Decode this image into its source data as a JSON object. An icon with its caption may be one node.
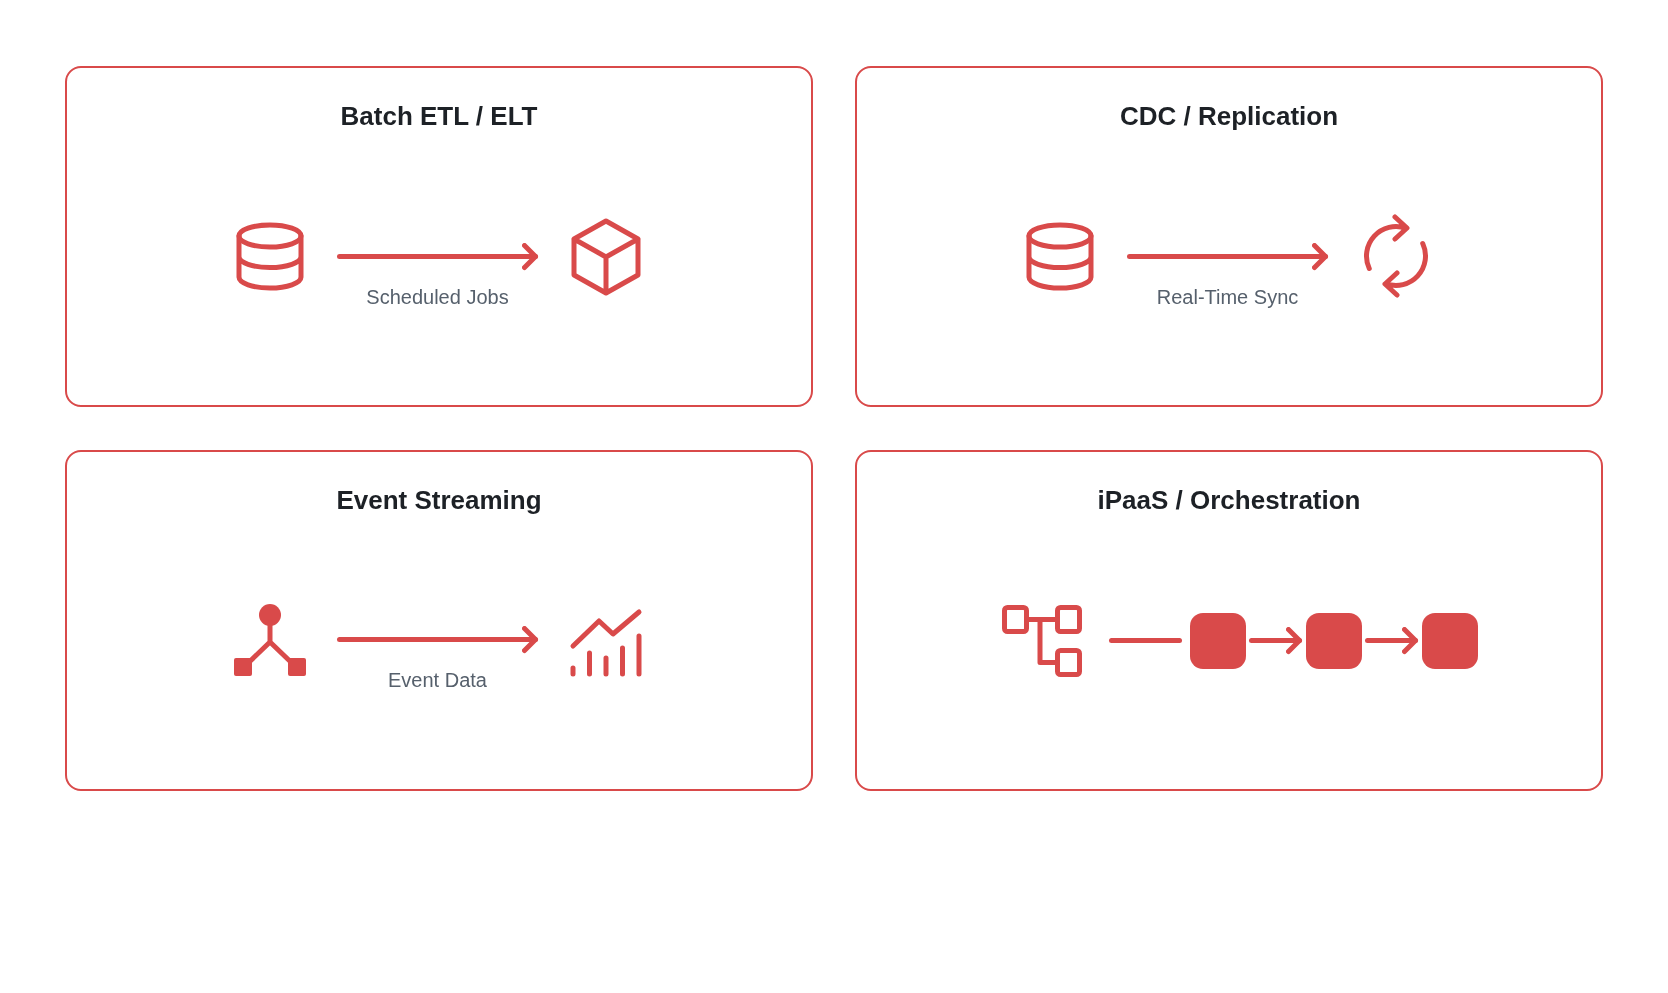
{
  "diagram": {
    "nodes": [
      {
        "text": [
          "Batch ETL / ELT"
        ]
      },
      {
        "text": [],
        "shape": "cylinder",
        "in": 0
      },
      {
        "text": [],
        "shape": "cube",
        "in": 0
      },
      {
        "text": [
          "CDC / Replication"
        ]
      },
      {
        "text": [],
        "shape": "cylinder",
        "in": 3
      },
      {
        "text": [],
        "shape": "cycle",
        "in": 3
      },
      {
        "text": [
          "Event Streaming"
        ]
      },
      {
        "text": [],
        "shape": "network",
        "in": 6
      },
      {
        "text": [],
        "shape": "chart",
        "in": 6
      },
      {
        "text": [
          "iPaaS / Orchestration"
        ]
      },
      {
        "text": [],
        "shape": "tree",
        "in": 9
      },
      {
        "text": [],
        "shape": "box",
        "in": 9
      },
      {
        "text": [],
        "shape": "box",
        "in": 9
      },
      {
        "text": [],
        "shape": "box",
        "in": 9
      }
    ],
    "edges": [
      {
        "from": 1,
        "to": 2,
        "arrow": "to",
        "label": "Scheduled Jobs"
      },
      {
        "from": 4,
        "to": 5,
        "arrow": "to",
        "label": "Real-Time Sync"
      },
      {
        "from": 7,
        "to": 8,
        "arrow": "to",
        "label": "Event Data"
      },
      {
        "from": 10,
        "to": 11,
        "arrow": "none"
      },
      {
        "from": 11,
        "to": 12,
        "arrow": "to"
      },
      {
        "from": 12,
        "to": 13,
        "arrow": "to"
      }
    ]
  }
}
